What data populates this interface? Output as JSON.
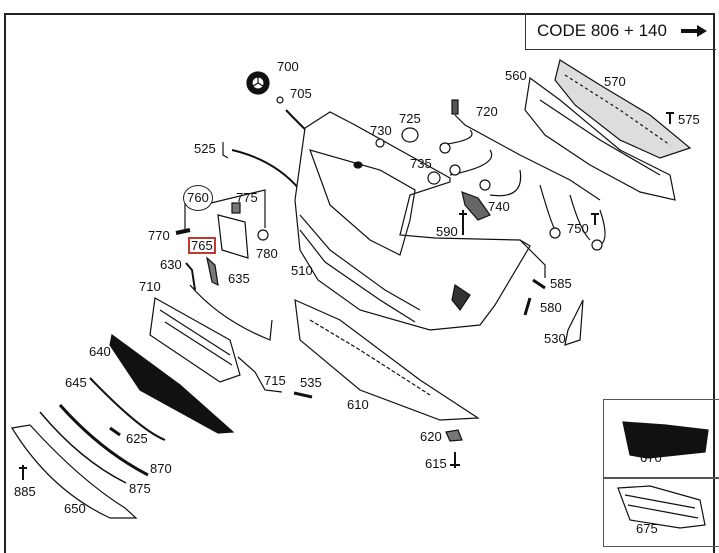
{
  "diagram": {
    "title": "Front bumper exploded parts diagram",
    "code_label": "CODE 806 + 140",
    "code_arrow_icon": "arrow-right-icon",
    "highlighted_part": "765",
    "callouts": [
      {
        "id": "700",
        "text": "700"
      },
      {
        "id": "705",
        "text": "705"
      },
      {
        "id": "560",
        "text": "560"
      },
      {
        "id": "570",
        "text": "570"
      },
      {
        "id": "575",
        "text": "575"
      },
      {
        "id": "720",
        "text": "720"
      },
      {
        "id": "725",
        "text": "725"
      },
      {
        "id": "730",
        "text": "730"
      },
      {
        "id": "735",
        "text": "735"
      },
      {
        "id": "740",
        "text": "740"
      },
      {
        "id": "750",
        "text": "750"
      },
      {
        "id": "590",
        "text": "590"
      },
      {
        "id": "525",
        "text": "525"
      },
      {
        "id": "760",
        "text": "760"
      },
      {
        "id": "775",
        "text": "775"
      },
      {
        "id": "770",
        "text": "770"
      },
      {
        "id": "765",
        "text": "765"
      },
      {
        "id": "780",
        "text": "780"
      },
      {
        "id": "630",
        "text": "630"
      },
      {
        "id": "635",
        "text": "635"
      },
      {
        "id": "510",
        "text": "510"
      },
      {
        "id": "585",
        "text": "585"
      },
      {
        "id": "580",
        "text": "580"
      },
      {
        "id": "530",
        "text": "530"
      },
      {
        "id": "710",
        "text": "710"
      },
      {
        "id": "640",
        "text": "640"
      },
      {
        "id": "715",
        "text": "715"
      },
      {
        "id": "535",
        "text": "535"
      },
      {
        "id": "610",
        "text": "610"
      },
      {
        "id": "645",
        "text": "645"
      },
      {
        "id": "625",
        "text": "625"
      },
      {
        "id": "620",
        "text": "620"
      },
      {
        "id": "615",
        "text": "615"
      },
      {
        "id": "870",
        "text": "870"
      },
      {
        "id": "885",
        "text": "885"
      },
      {
        "id": "875",
        "text": "875"
      },
      {
        "id": "650",
        "text": "650"
      }
    ],
    "insets": [
      {
        "id": "670",
        "label": "670"
      },
      {
        "id": "675",
        "label": "675"
      }
    ]
  }
}
